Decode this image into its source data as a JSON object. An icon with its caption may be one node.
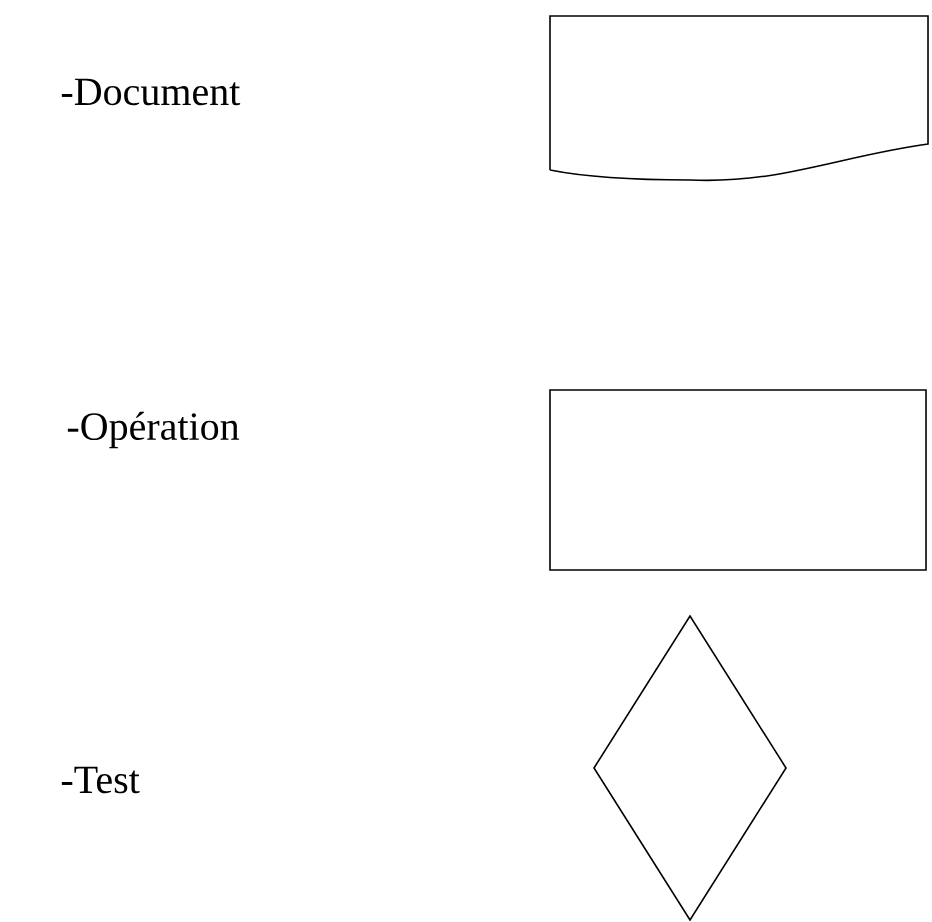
{
  "diagram": {
    "nodes": [
      {
        "text": [],
        "shape": "document"
      },
      {
        "text": [],
        "shape": "box"
      },
      {
        "text": [],
        "shape": "diamond"
      }
    ],
    "labels": [
      "-Document",
      "-Opération",
      "-Test"
    ]
  }
}
